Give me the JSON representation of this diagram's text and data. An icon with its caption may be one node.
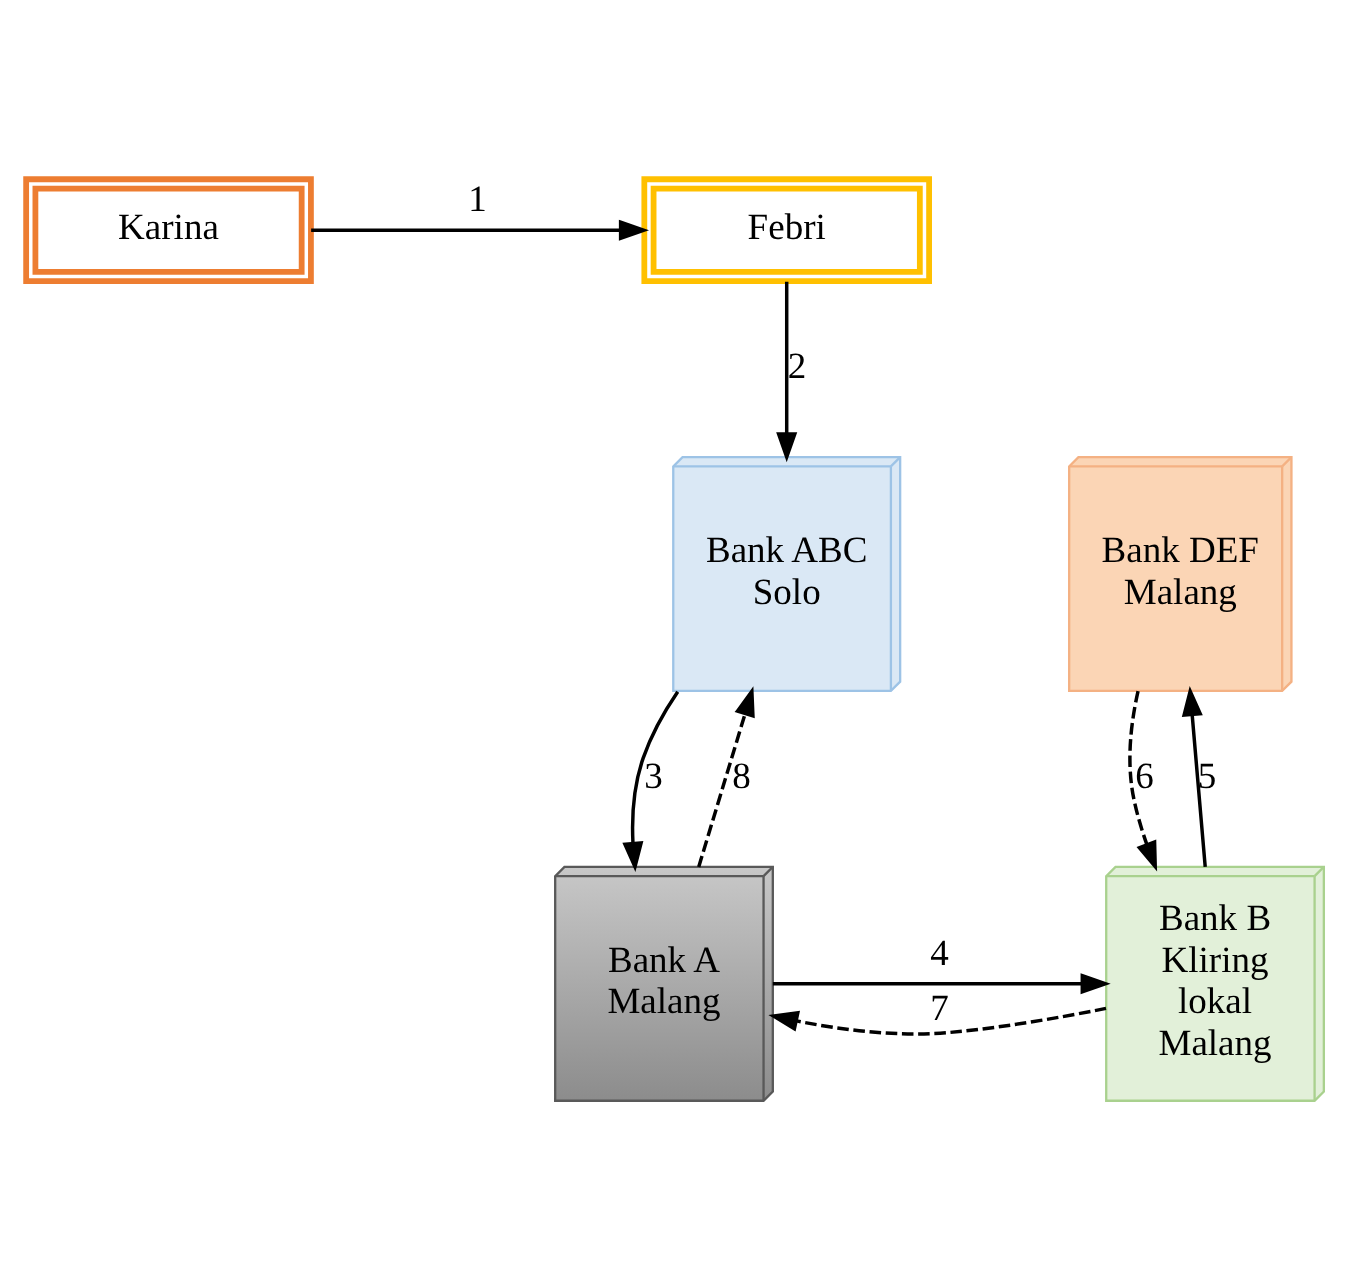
{
  "diagram": {
    "nodes": [
      {
        "text": [
          "Karina"
        ]
      },
      {
        "text": [
          "Febri"
        ]
      },
      {
        "text": [
          "Bank ABC Solo"
        ]
      },
      {
        "text": [
          "Bank DEF Malang"
        ]
      },
      {
        "text": [
          "Bank B Kliring lokal Malang"
        ]
      },
      {
        "text": [
          "Bank A Malang"
        ]
      }
    ],
    "edges": [
      {
        "from": 0,
        "to": 1,
        "arrow": "to",
        "label": "1"
      },
      {
        "from": 1,
        "to": 2,
        "arrow": "to",
        "label": "2"
      },
      {
        "from": 2,
        "to": 5,
        "arrow": "to",
        "label": "3"
      },
      {
        "from": 5,
        "to": 4,
        "arrow": "to",
        "label": "4"
      },
      {
        "from": 4,
        "to": 3,
        "arrow": "to",
        "label": "5"
      },
      {
        "from": 3,
        "to": 4,
        "arrow": "to",
        "label": "6",
        "style": "dashed"
      },
      {
        "from": 4,
        "to": 5,
        "arrow": "to",
        "label": "7",
        "style": "dashed"
      },
      {
        "from": 5,
        "to": 2,
        "arrow": "to",
        "label": "8",
        "style": "dashed"
      }
    ]
  }
}
